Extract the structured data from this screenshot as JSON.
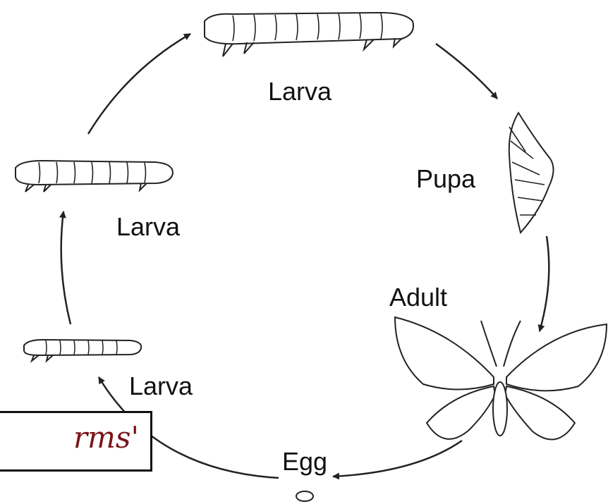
{
  "labels": {
    "larva_top": "Larva",
    "larva_left": "Larva",
    "larva_bottom": "Larva",
    "pupa": "Pupa",
    "adult": "Adult",
    "egg": "Egg"
  },
  "callout": {
    "text": "rms'"
  },
  "colors": {
    "line": "#222222",
    "callout_text": "#7a1418"
  }
}
